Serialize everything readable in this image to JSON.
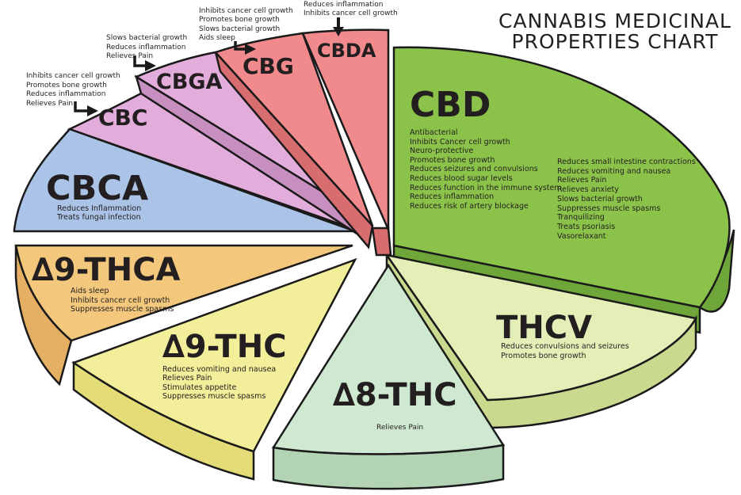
{
  "title": {
    "line1": "CANNABIS MEDICINAL",
    "line2": "PROPERTIES CHART"
  },
  "colors": {
    "CBD": "#8bc34a",
    "THCV": "#e4efb8",
    "8-THC": "#cfe8d0",
    "9-THC": "#f3ee9a",
    "9-THCA": "#f4c87c",
    "CBCA": "#aac3e6",
    "CBC": "#e3addb",
    "CBGA": "#e3addb",
    "CBG": "#f08a8c",
    "CBDA": "#f08a8c",
    "outline": "#1a1a1a"
  },
  "compounds": {
    "cbd": {
      "name": "CBD",
      "props_left": [
        "Antibacterial",
        "Inhibits Cancer cell growth",
        "Neuro-protective",
        "Promotes bone growth",
        "Reduces seizures and convulsions",
        "Reduces blood sugar levels",
        "Reduces function in the  immune  system",
        "Reduces inflammation",
        "Reduces risk of artery blockage"
      ],
      "props_right": [
        "Reduces small intestine contractions",
        "Reduces vomiting and nausea",
        "Relieves Pain",
        "Relieves anxiety",
        "Slows bacterial growth",
        "Suppresses muscle spasms",
        "Tranquilizing",
        "Treats psoriasis",
        "Vasorelaxant"
      ]
    },
    "thcv": {
      "name": "THCV",
      "props": [
        "Reduces convulsions and seizures",
        "Promotes bone growth"
      ]
    },
    "thc8": {
      "name": "∆8-THC",
      "props": [
        "Relieves Pain"
      ]
    },
    "thc9": {
      "name": "∆9-THC",
      "props": [
        "Reduces vomiting and nausea",
        "Relieves Pain",
        "Stimulates appetite",
        "Suppresses muscle spasms"
      ]
    },
    "thca9": {
      "name": "∆9-THCA",
      "props": [
        "Aids sleep",
        "Inhibits cancer cell growth",
        "Suppresses muscle spasms"
      ]
    },
    "cbca": {
      "name": "CBCA",
      "props": [
        "Reduces Inflammation",
        "Treats fungal infection"
      ]
    },
    "cbc": {
      "name": "CBC",
      "props": [
        "Inhibits cancer cell growth",
        "Promotes bone growth",
        "Reduces inflammation",
        "Relieves Pain"
      ]
    },
    "cbga": {
      "name": "CBGA",
      "props": [
        "Slows bacterial growth",
        "Reduces inflammation",
        "Relieves Pain"
      ]
    },
    "cbg": {
      "name": "CBG",
      "props": [
        "Inhibits cancer cell growth",
        "Promotes bone growth",
        "Slows bacterial growth",
        "Aids sleep"
      ]
    },
    "cbda": {
      "name": "CBDA",
      "props": [
        "Reduces inflammation",
        "Inhibits cancer cell growth"
      ]
    }
  }
}
